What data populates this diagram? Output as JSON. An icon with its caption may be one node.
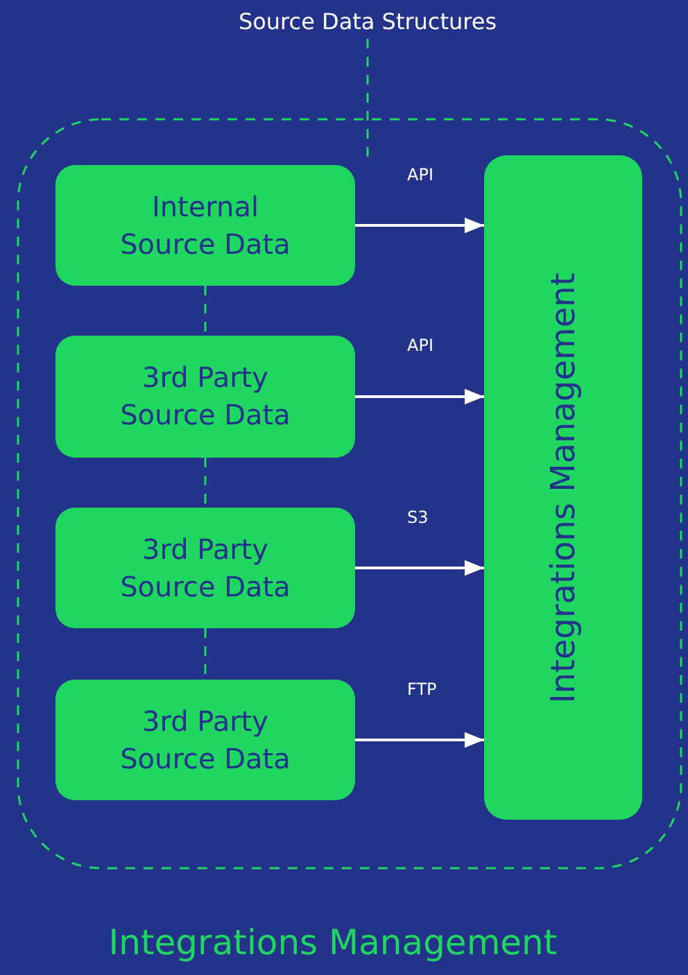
{
  "diagram": {
    "nodes": [
      {
        "text": [
          "Source Data Structures"
        ]
      },
      {
        "text": [
          "Integrations Management"
        ]
      },
      {
        "text": [
          "Internal Source Data"
        ],
        "in": 1
      },
      {
        "text": [
          "3rd Party Source Data"
        ],
        "in": 1
      },
      {
        "text": [
          "3rd Party Source Data"
        ],
        "in": 1
      },
      {
        "text": [
          "3rd Party Source Data"
        ],
        "in": 1
      },
      {
        "text": [
          "Integrations Management"
        ],
        "in": 1
      }
    ],
    "edges": [
      {
        "from": 0,
        "to": 2,
        "arrow": "none",
        "style": "dashed",
        "color": "#1fd760"
      },
      {
        "from": 2,
        "to": 3,
        "arrow": "none",
        "style": "dashed",
        "color": "#1fd760"
      },
      {
        "from": 3,
        "to": 4,
        "arrow": "none",
        "style": "dashed",
        "color": "#1fd760"
      },
      {
        "from": 4,
        "to": 5,
        "arrow": "none",
        "style": "dashed",
        "color": "#1fd760"
      },
      {
        "from": 2,
        "to": 6,
        "arrow": "to",
        "label": "API",
        "color": "#ffffff"
      },
      {
        "from": 3,
        "to": 6,
        "arrow": "to",
        "label": "API",
        "color": "#ffffff"
      },
      {
        "from": 4,
        "to": 6,
        "arrow": "to",
        "label": "S3",
        "color": "#ffffff"
      },
      {
        "from": 5,
        "to": 6,
        "arrow": "to",
        "label": "FTP",
        "color": "#ffffff"
      }
    ]
  }
}
